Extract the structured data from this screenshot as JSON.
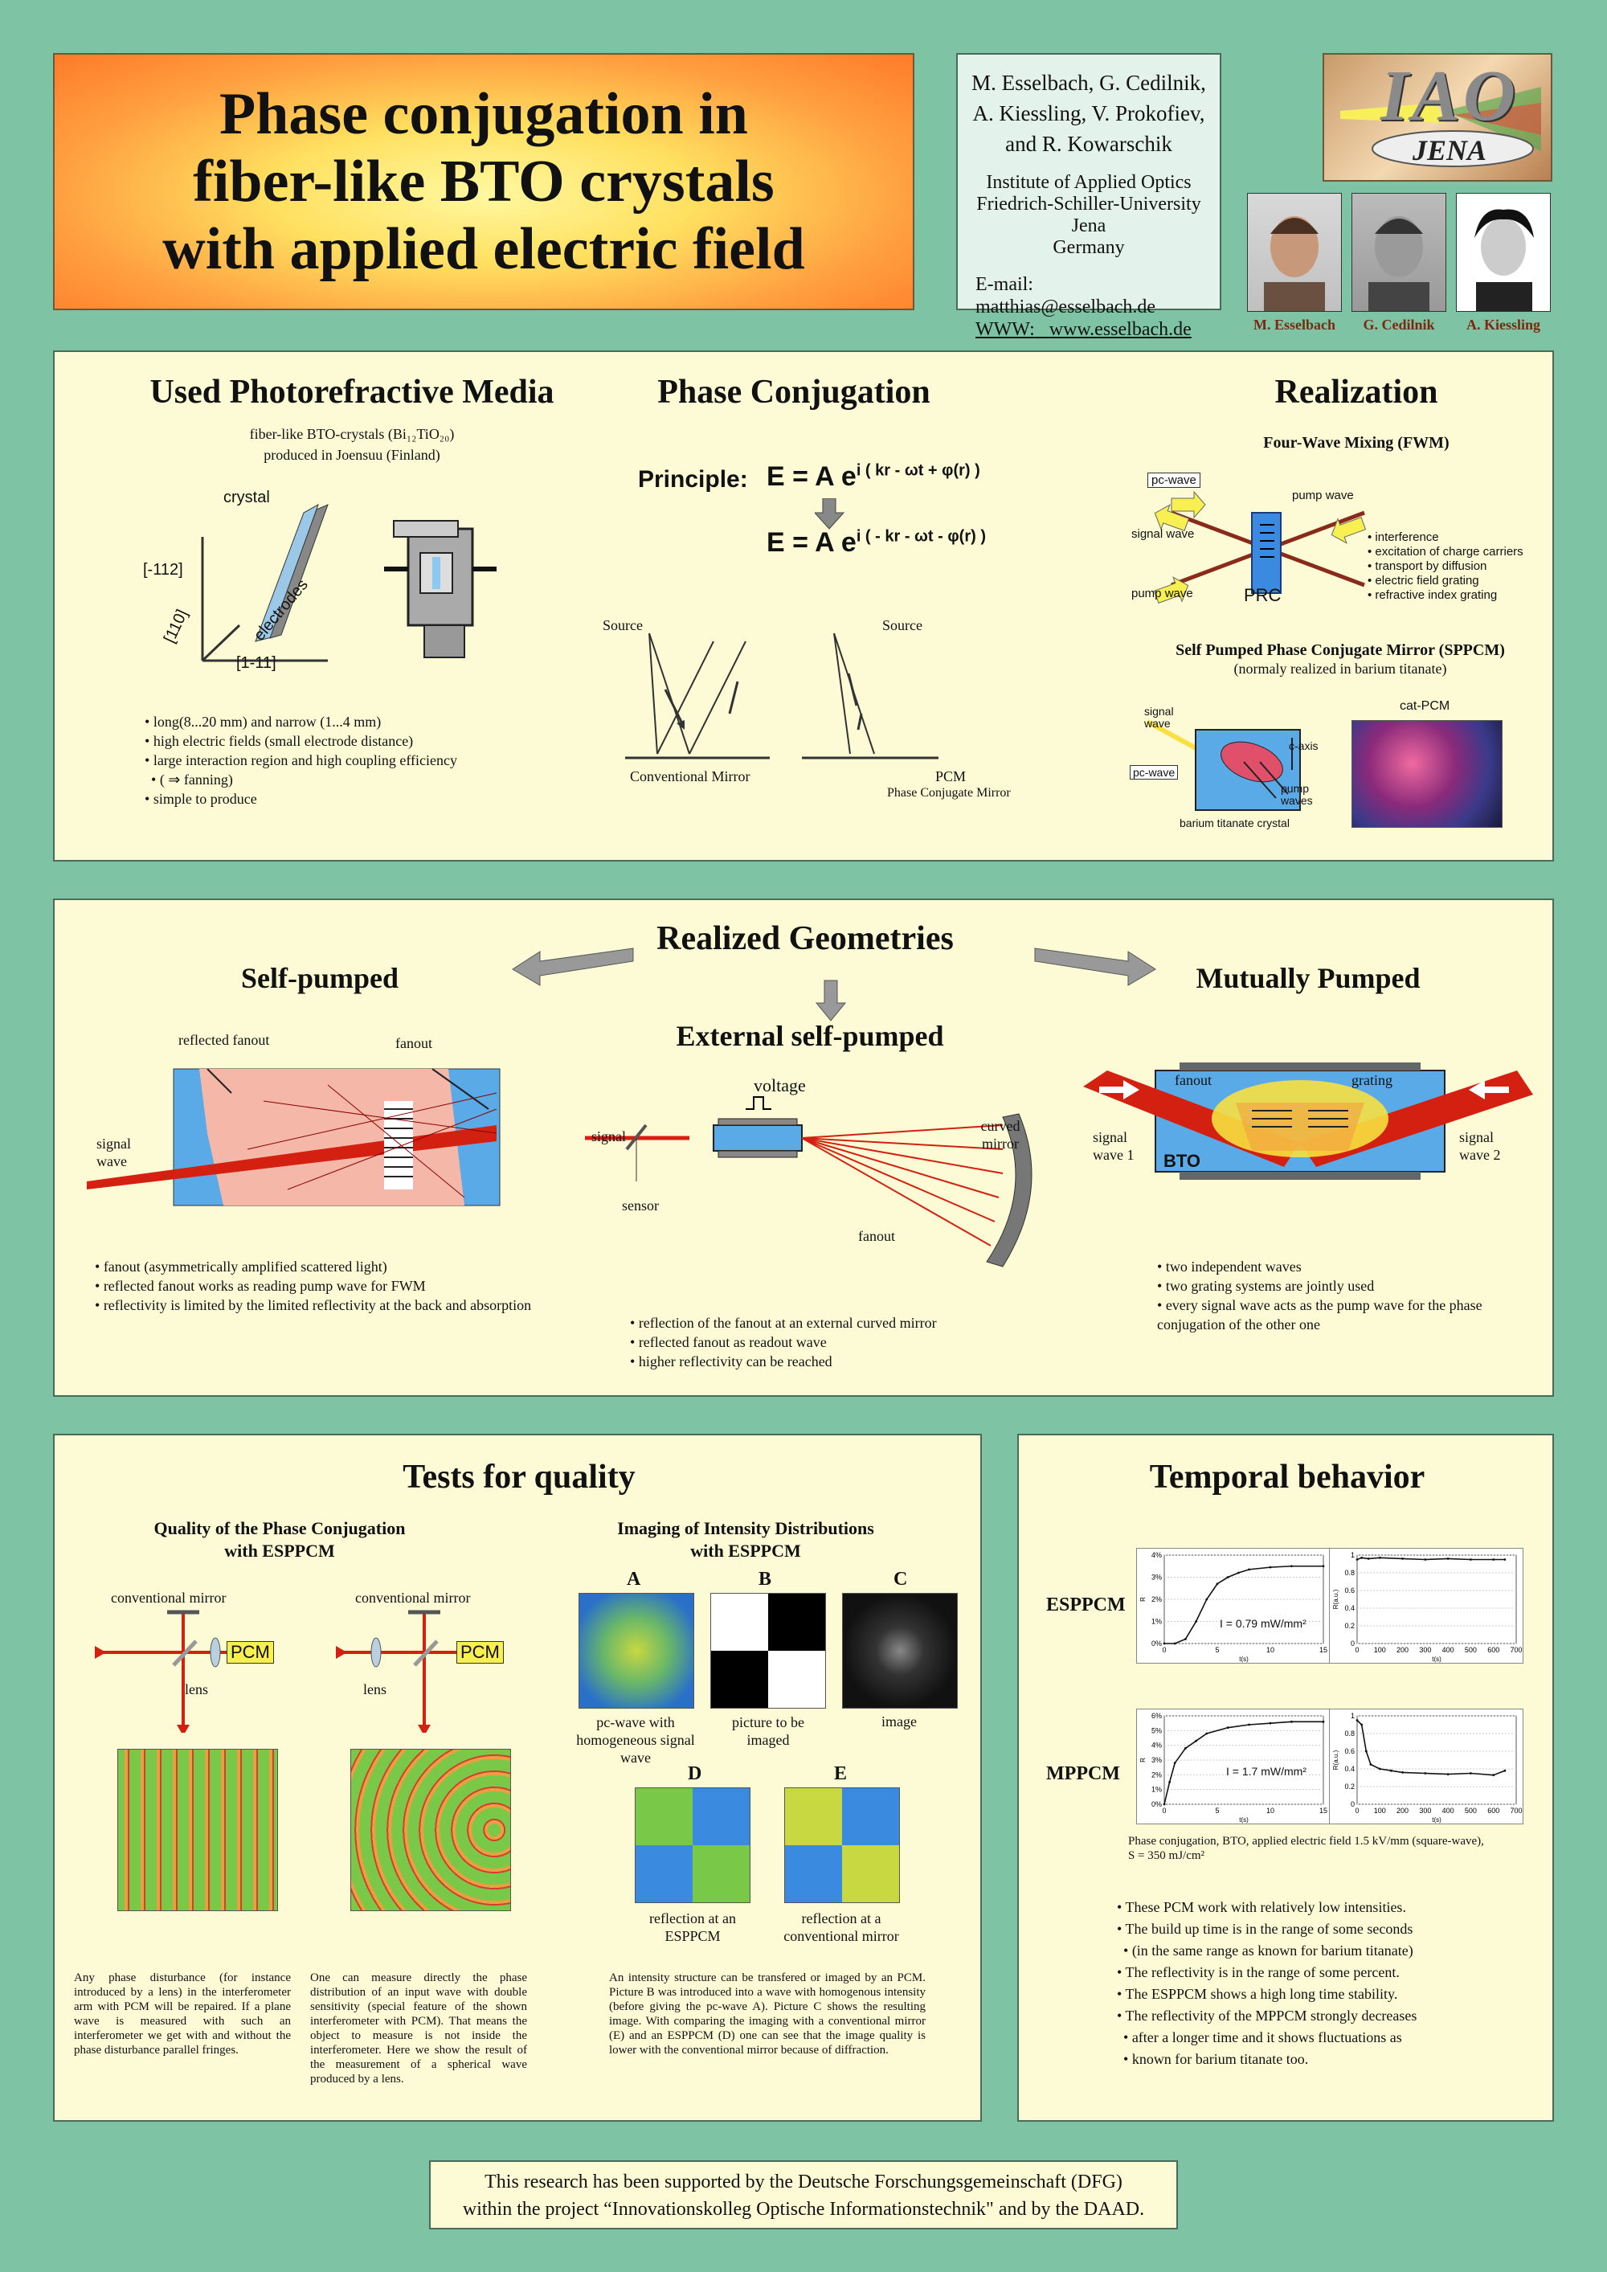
{
  "title": {
    "line1": "Phase conjugation in",
    "line2": "fiber-like BTO crystals",
    "line3": "with applied electric field"
  },
  "authors": {
    "names1": "M. Esselbach, G. Cedilnik,",
    "names2": "A. Kiessling, V. Prokofiev,",
    "names3": "and R. Kowarschik",
    "inst1": "Institute of Applied Optics",
    "inst2": "Friedrich-Schiller-University Jena",
    "inst3": "Germany",
    "email_label": "E-mail:",
    "email": "matthias@esselbach.de",
    "www_label": "WWW:",
    "www": "www.esselbach.de"
  },
  "logo": {
    "top": "IAO",
    "bottom": "JENA"
  },
  "people": [
    "M. Esselbach",
    "G. Cedilnik",
    "A. Kiessling"
  ],
  "media": {
    "heading": "Used Photorefractive Media",
    "sub1": "fiber-like BTO-crystals (Bi₁₂TiO₂₀)",
    "sub2": "produced in Joensuu (Finland)",
    "crystal": "crystal",
    "electrodes": "electrodes",
    "ax1": "[-112]",
    "ax2": "[110]",
    "ax3": "[1-11]",
    "bullets": [
      "long(8...20 mm) and narrow (1...4 mm)",
      "high electric fields (small electrode distance)",
      "large interaction region and high coupling efficiency",
      "( ⇒ fanning)",
      "simple to produce"
    ]
  },
  "pc": {
    "heading": "Phase Conjugation",
    "principle": "Principle:",
    "eq1": "E  = A e",
    "eq1sup": "i ( kr - ωt + φ(r) )",
    "eq2": "E  = A e",
    "eq2sup": "i ( - kr - ωt - φ(r) )",
    "source1": "Source",
    "source2": "Source",
    "conv": "Conventional Mirror",
    "pcm": "PCM",
    "pcm_full": "Phase Conjugate Mirror"
  },
  "real": {
    "heading": "Realization",
    "fwm": "Four-Wave Mixing (FWM)",
    "pcwave": "pc-wave",
    "pump1": "pump wave",
    "signal": "signal wave",
    "pump2": "pump wave",
    "prc": "PRC",
    "fwm_bullets": [
      "interference",
      "excitation of charge carriers",
      "transport by diffusion",
      "electric field grating",
      "refractive index grating"
    ],
    "sppcm1": "Self Pumped Phase Conjugate Mirror (SPPCM)",
    "sppcm2": "(normaly realized in barium titanate)",
    "sig": "signal wave",
    "pc2": "pc-wave",
    "caxis": "c-axis",
    "pumpw": "pump waves",
    "bt": "barium titanate crystal",
    "cat": "cat-PCM"
  },
  "geo": {
    "heading": "Realized Geometries",
    "self": "Self-pumped",
    "mutual": "Mutually Pumped",
    "ext": "External self-pumped",
    "refl_fanout": "reflected fanout",
    "fanout": "fanout",
    "signal_wave": "signal wave",
    "self_bullets": [
      "fanout (asymmetrically amplified scattered light)",
      "reflected fanout works as reading pump wave for FWM",
      "reflectivity is limited by the limited reflectivity at the back and absorption"
    ],
    "voltage": "voltage",
    "signal": "signal",
    "sensor": "sensor",
    "curved": "curved mirror",
    "fanout2": "fanout",
    "ext_bullets": [
      "reflection of the fanout at an external curved mirror",
      "reflected fanout as readout wave",
      "higher reflectivity can be reached"
    ],
    "m_fanout": "fanout",
    "m_grating": "grating",
    "sig1": "signal wave 1",
    "sig2": "signal wave 2",
    "bto": "BTO",
    "mutual_bullets": [
      "two independent waves",
      "two grating systems are jointly used",
      "every signal wave acts as the pump wave for the phase conjugation of the other one"
    ]
  },
  "tests": {
    "heading": "Tests for quality",
    "q1": "Quality of the Phase Conjugation",
    "q2": "with ESPPCM",
    "cm1": "conventional mirror",
    "cm2": "conventional mirror",
    "lens1": "lens",
    "lens2": "lens",
    "pcm1": "PCM",
    "pcm2": "PCM",
    "para1": "Any phase disturbance (for instance introduced by a lens) in the interferometer arm with PCM will be repaired. If a plane wave is measured with such an interferometer we get with and without the phase disturbance parallel fringes.",
    "para2": "One can measure directly the phase distribution of an input wave with double sensitivity (special feature of the shown interferometer with PCM). That means the object to measure is not inside the interferometer. Here we show the result of the measurement of a spherical wave produced by a lens.",
    "im1": "Imaging of Intensity Distributions",
    "im2": "with ESPPCM",
    "A": "A",
    "B": "B",
    "C": "C",
    "D": "D",
    "E": "E",
    "capA": "pc-wave with homogeneous signal wave",
    "capB": "picture to be imaged",
    "capC": "image",
    "capD": "reflection at an ESPPCM",
    "capE": "reflection at a conventional mirror",
    "para3": "An intensity structure can be transfered or imaged by an PCM. Picture B was introduced into a wave with homogenous intensity (before giving the pc-wave A). Picture C shows the resulting image. With comparing the imaging with a conventional mirror (E) and an ESPPCM (D) one can see that the image quality is lower with the conventional mirror because of diffraction."
  },
  "temporal": {
    "heading": "Temporal behavior",
    "esppcm": "ESPPCM",
    "mppcm": "MPPCM",
    "i1": "I  = 0.79 mW/mm²",
    "i2": "I  = 1.7 mW/mm²",
    "caption1": "Phase conjugation, BTO, applied electric field 1.5 kV/mm (square-wave),",
    "caption2": "S = 350 mJ/cm²",
    "bullets": [
      "These PCM work with relatively low intensities.",
      "The build up time is in the range of some seconds",
      "(in the same range as known for barium titanate)",
      "The reflectivity is in the range of some percent.",
      "The ESPPCM shows a high long time stability.",
      "The reflectivity of the MPPCM strongly decreases",
      "after a longer time and it shows fluctuations as",
      "known for barium titanate too."
    ]
  },
  "footer": {
    "line1": "This research has been supported by the Deutsche Forschungsgemeinschaft (DFG)",
    "line2": "within the project “Innovationskolleg Optische Informationstechnik\" and by the DAAD."
  },
  "chart_data": [
    {
      "type": "line",
      "title": "",
      "xlabel": "t(s)",
      "ylabel": "R",
      "ylim": [
        0,
        4
      ],
      "xlim": [
        0,
        15
      ],
      "yticks": [
        "0%",
        "1%",
        "2%",
        "3%",
        "4%"
      ],
      "xticks": [
        "0",
        "5",
        "10",
        "15"
      ],
      "x": [
        0,
        1,
        2,
        3,
        4,
        5,
        6,
        7,
        8,
        10,
        12,
        15
      ],
      "y": [
        0,
        0,
        0.2,
        1.0,
        2.0,
        2.7,
        3.0,
        3.2,
        3.35,
        3.45,
        3.5,
        3.5
      ]
    },
    {
      "type": "line",
      "title": "",
      "xlabel": "t(s)",
      "ylabel": "R(a.u.)",
      "ylim": [
        0,
        1
      ],
      "xlim": [
        0,
        700
      ],
      "yticks": [
        "0",
        "0.2",
        "0.4",
        "0.6",
        "0.8",
        "1"
      ],
      "xticks": [
        "0",
        "100",
        "200",
        "300",
        "400",
        "500",
        "600",
        "700"
      ],
      "x": [
        0,
        20,
        50,
        100,
        200,
        300,
        400,
        500,
        600,
        650
      ],
      "y": [
        0.95,
        0.97,
        0.96,
        0.97,
        0.96,
        0.95,
        0.96,
        0.95,
        0.95,
        0.95
      ]
    },
    {
      "type": "line",
      "title": "",
      "xlabel": "t(s)",
      "ylabel": "R",
      "ylim": [
        0,
        6
      ],
      "xlim": [
        0,
        15
      ],
      "yticks": [
        "0%",
        "1%",
        "2%",
        "3%",
        "4%",
        "5%",
        "6%"
      ],
      "xticks": [
        "0",
        "5",
        "10",
        "15"
      ],
      "x": [
        0,
        0.5,
        1,
        2,
        3,
        4,
        6,
        8,
        10,
        12,
        15
      ],
      "y": [
        0,
        1.5,
        2.8,
        3.8,
        4.3,
        4.8,
        5.2,
        5.4,
        5.5,
        5.6,
        5.6
      ]
    },
    {
      "type": "line",
      "title": "",
      "xlabel": "t(s)",
      "ylabel": "R(a.u.)",
      "ylim": [
        0,
        1
      ],
      "xlim": [
        0,
        700
      ],
      "yticks": [
        "0",
        "0.2",
        "0.4",
        "0.6",
        "0.8",
        "1"
      ],
      "xticks": [
        "0",
        "100",
        "200",
        "300",
        "400",
        "500",
        "600",
        "700"
      ],
      "x": [
        0,
        20,
        40,
        60,
        100,
        150,
        200,
        300,
        400,
        500,
        600,
        650
      ],
      "y": [
        0.95,
        0.9,
        0.6,
        0.45,
        0.4,
        0.38,
        0.36,
        0.35,
        0.34,
        0.35,
        0.33,
        0.38
      ]
    }
  ]
}
